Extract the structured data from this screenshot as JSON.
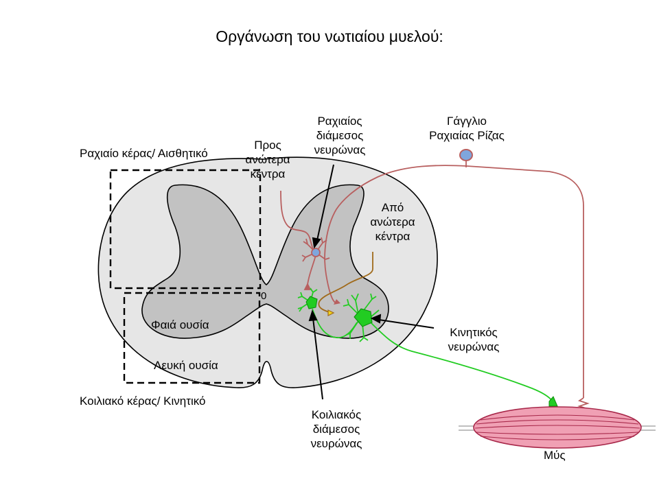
{
  "title": "Οργάνωση του νωτιαίου μυελού:",
  "labels": {
    "dorsal_horn": "Ραχιαίο κέρας/ Αισθητικό",
    "ventral_horn": "Κοιλιακό κέρας/ Κινητικό",
    "to_higher_centers": [
      "Προς",
      "ανώτερα",
      "κέντρα"
    ],
    "from_higher_centers": [
      "Από",
      "ανώτερα",
      "κέντρα"
    ],
    "dorsal_interneuron": [
      "Ραχιαίος",
      "διάμεσος",
      "νευρώνας"
    ],
    "dorsal_root_ganglion": [
      "Γάγγλιο",
      "Ραχιαίας Ρίζας"
    ],
    "motor_neuron": [
      "Κινητικός",
      "νευρώνας"
    ],
    "ventral_interneuron": [
      "Κοιλιακός",
      "διάμεσος",
      "νευρώνας"
    ],
    "grey_matter": "Φαιά ουσία",
    "white_matter": "Λευκή ουσία",
    "central_canal": "0",
    "muscle": "Μύς"
  },
  "colors": {
    "sensory": "#b85f5f",
    "motor": "#22cc22",
    "descending": "#a06a1a",
    "grey_matter": "#c2c2c2",
    "white_matter": "#e6e6e6",
    "muscle": "#f0a0b4",
    "soma_blue": "#7fa6dd"
  }
}
